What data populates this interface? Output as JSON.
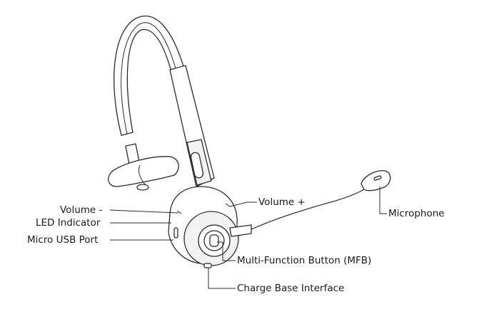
{
  "labels": {
    "volume_minus": "Volume -",
    "led_indicator": "LED Indicator",
    "micro_usb_port": "Micro USB Port",
    "volume_plus": "Volume +",
    "microphone": "Microphone",
    "mfb": "Multi-Function Button (MFB)",
    "charge_base": "Charge Base Interface"
  },
  "colors": {
    "ink": "#2b2b2b",
    "background": "#ffffff"
  }
}
